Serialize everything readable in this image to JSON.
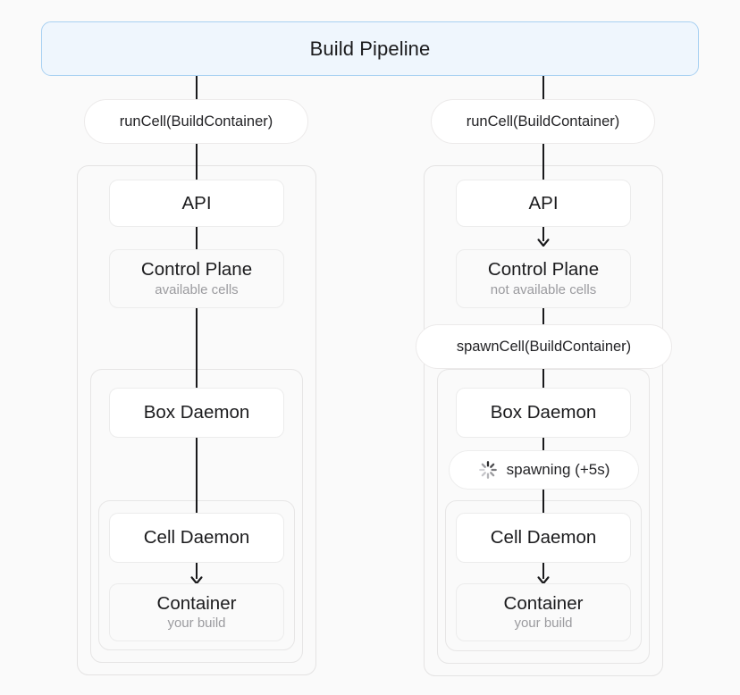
{
  "diagram": {
    "type": "flow",
    "background_color": "#fafafa",
    "header": {
      "label": "Build Pipeline",
      "fill_color": "#eff6fd",
      "border_color": "#a9d1f2"
    },
    "branches": [
      {
        "id": "left",
        "name": "available-cells-branch",
        "entry_pill": "runCell(BuildContainer)",
        "nodes": [
          {
            "title": "API",
            "sub": "",
            "fill": "white"
          },
          {
            "title": "Control Plane",
            "sub": "available cells",
            "fill": "grey"
          },
          {
            "title": "Box Daemon",
            "sub": "",
            "fill": "white"
          },
          {
            "title": "Cell Daemon",
            "sub": "",
            "fill": "white"
          },
          {
            "title": "Container",
            "sub": "your build",
            "fill": "grey"
          }
        ],
        "status_pill": null,
        "spawn_pill": null
      },
      {
        "id": "right",
        "name": "not-available-cells-branch",
        "entry_pill": "runCell(BuildContainer)",
        "nodes": [
          {
            "title": "API",
            "sub": "",
            "fill": "white"
          },
          {
            "title": "Control Plane",
            "sub": "not available cells",
            "fill": "grey"
          },
          {
            "title": "Box Daemon",
            "sub": "",
            "fill": "white"
          },
          {
            "title": "Cell Daemon",
            "sub": "",
            "fill": "white"
          },
          {
            "title": "Container",
            "sub": "your build",
            "fill": "grey"
          }
        ],
        "spawn_pill": "spawnCell(BuildContainer)",
        "status_pill": {
          "icon": "spinner-icon",
          "label": "spawning (+5s)"
        }
      }
    ]
  }
}
